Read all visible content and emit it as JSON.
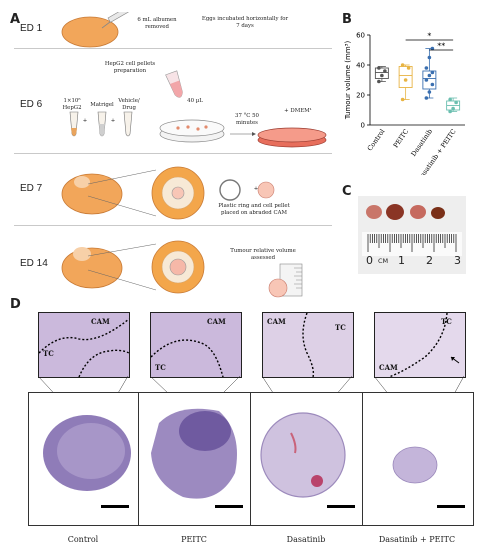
{
  "panels": {
    "A": "A",
    "B": "B",
    "C": "C",
    "D": "D"
  },
  "panel_a": {
    "ed1": "ED 1",
    "ed6": "ED 6",
    "ed7": "ED 7",
    "ed14": "ED 14",
    "albumen": "6 mL albumen removed",
    "incubate": "Eggs incubated horizontally for 7 days",
    "pellet_prep": "HepG2 cell pellets preparation",
    "hepg2": "1×10⁶ HepG2",
    "matrigel": "Matrigel",
    "vehicle": "Vehicle/ Drug",
    "plus1": "+",
    "plus2": "+",
    "vol40": "40 µL",
    "incub37": "37 °C 50 minutes",
    "dmem": "+ DMEM¹",
    "plastic_ring": "Plastic ring and cell pellet placed on abraded CAM",
    "plus3": "+",
    "tumour_vol": "Tumour relative volume assessed"
  },
  "chart_data": {
    "type": "box",
    "ylabel": "Tumour volume (mm³)",
    "ylim": [
      0,
      60
    ],
    "yticks": [
      0,
      20,
      40,
      60
    ],
    "categories": [
      "Control",
      "PEITC",
      "Dasatinib",
      "Dasatinib + PEITC"
    ],
    "colors": [
      "#555555",
      "#e8b444",
      "#3a6fb0",
      "#6bbfb0"
    ],
    "boxes": [
      {
        "q1": 31,
        "median": 35,
        "q3": 38,
        "min": 29,
        "max": 39,
        "points": [
          29,
          33,
          36,
          38
        ]
      },
      {
        "q1": 25,
        "median": 33,
        "q3": 39,
        "min": 17,
        "max": 40,
        "points": [
          17,
          30,
          38,
          40
        ]
      },
      {
        "q1": 24,
        "median": 31,
        "q3": 36,
        "min": 18,
        "max": 51,
        "points": [
          18,
          22,
          27,
          30,
          33,
          35,
          38,
          45,
          51
        ]
      },
      {
        "q1": 10,
        "median": 13,
        "q3": 16,
        "min": 9,
        "max": 18,
        "points": [
          9,
          11,
          15,
          17
        ]
      }
    ],
    "significance": [
      {
        "from": 1,
        "to": 3,
        "label": "*"
      },
      {
        "from": 2,
        "to": 3,
        "label": "**"
      }
    ]
  },
  "panel_c": {
    "ruler_labels": [
      "0",
      "CM",
      "1",
      "2",
      "3"
    ]
  },
  "panel_d": {
    "cam": "CAM",
    "tc": "TC",
    "conditions": [
      "Control",
      "PEITC",
      "Dasatinib",
      "Dasatinib + PEITC"
    ]
  }
}
